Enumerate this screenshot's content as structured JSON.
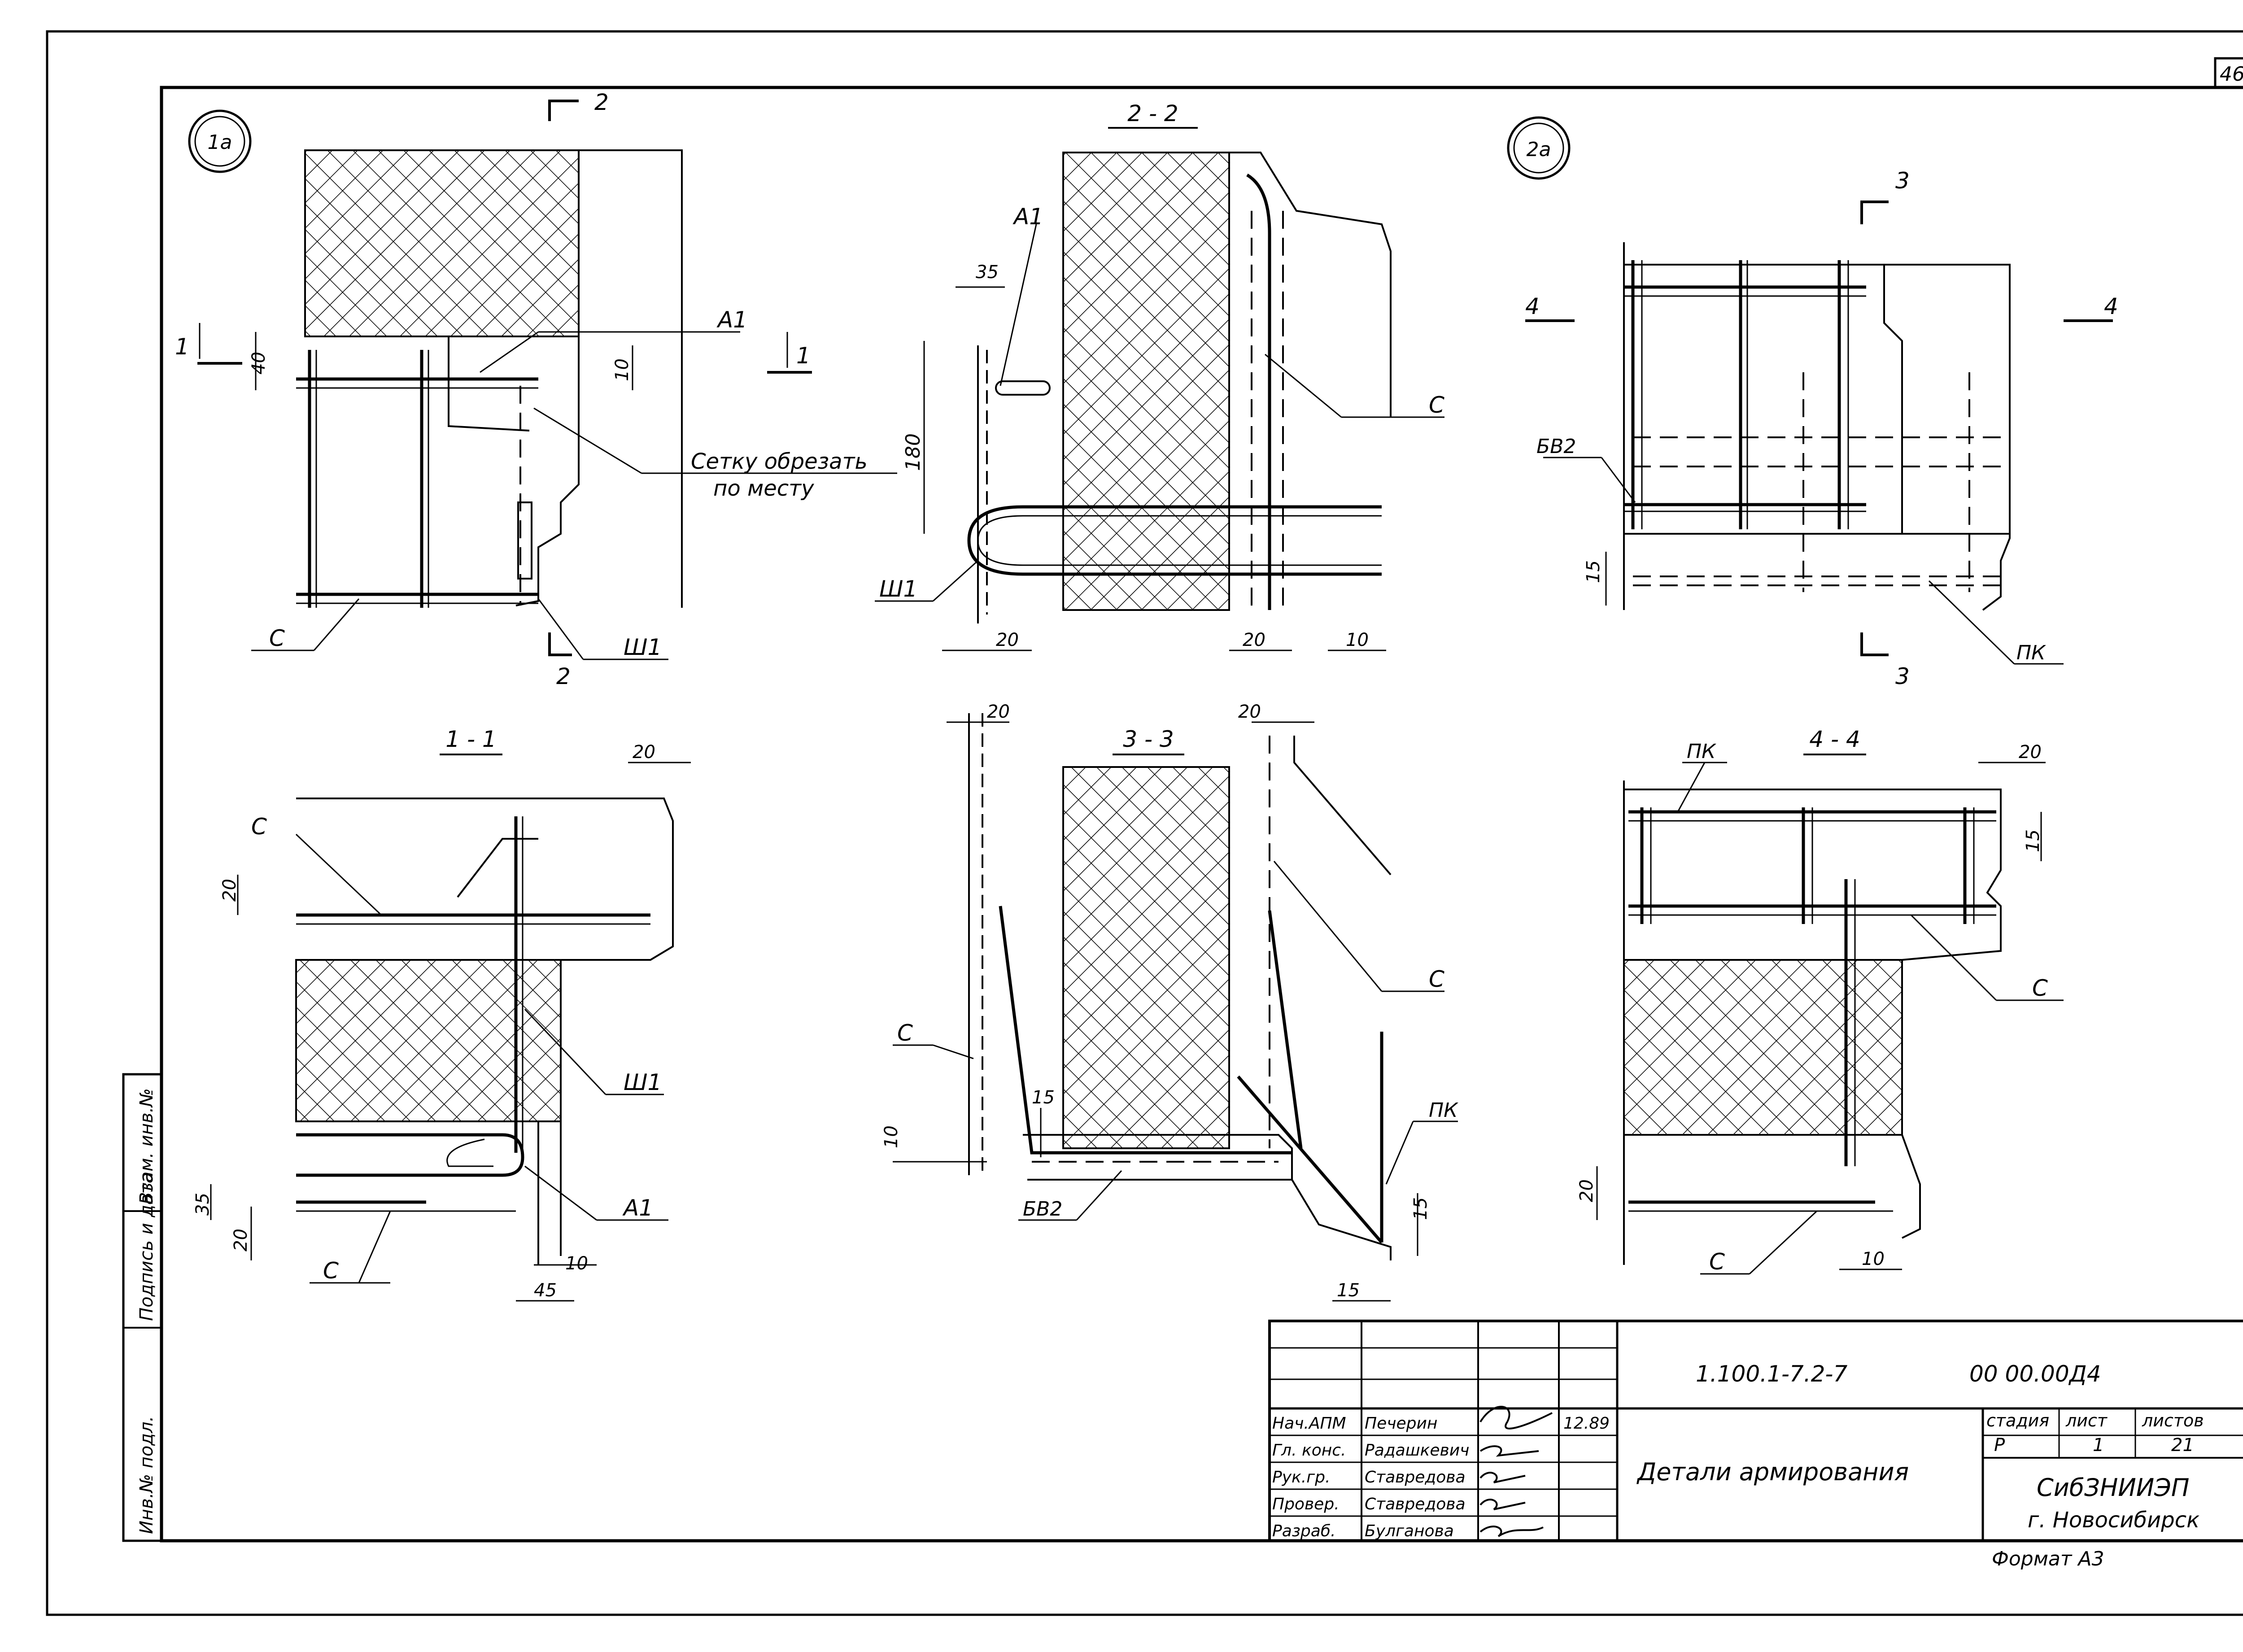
{
  "sheet": {
    "page_number": "46",
    "stamp": {
      "code": "1.100.1-7.2-7",
      "doc_code": "00 00.00Д4",
      "title": "Детали армирования",
      "stage_label": "стадия",
      "sheet_label": "лист",
      "sheets_label": "листов",
      "stage": "Р",
      "sheet": "1",
      "sheets": "21",
      "org": "СибЗНИИЭП",
      "city": "г. Новосибирск",
      "format": "Формат А3",
      "date": "12.89",
      "people": [
        {
          "role": "Нач.АПМ",
          "name": "Печерин"
        },
        {
          "role": "Гл. конс.",
          "name": "Радашкевич"
        },
        {
          "role": "Рук.гр.",
          "name": "Ставредова"
        },
        {
          "role": "Провер.",
          "name": "Ставредова"
        },
        {
          "role": "Разраб.",
          "name": "Булганова"
        }
      ]
    },
    "side_stamp": [
      "Инв.№ подл.",
      "Подпись и дата",
      "Взам. инв.№"
    ]
  },
  "views": {
    "v1a": {
      "tag": "1а",
      "cut": "2",
      "cut_side": "1",
      "rebar": "А1",
      "note_line1": "Сетку обрезать",
      "note_line2": "по месту",
      "mesh": "С",
      "loop": "Ш1",
      "dims": [
        "40",
        "10"
      ]
    },
    "v22": {
      "title": "2 - 2",
      "rebar": "А1",
      "mesh": "С",
      "loop": "Ш1",
      "dims": [
        "35",
        "180",
        "20",
        "20",
        "10"
      ]
    },
    "v2a": {
      "tag": "2а",
      "cut": "3",
      "cut_side": "4",
      "frame": "БВ2",
      "cage": "ПК",
      "dims": [
        "15"
      ]
    },
    "v11": {
      "title": "1 - 1",
      "mesh": "С",
      "loop": "Ш1",
      "rebar": "А1",
      "dims": [
        "20",
        "20",
        "35",
        "20",
        "10",
        "45"
      ]
    },
    "v33": {
      "title": "3 - 3",
      "mesh": "С",
      "frame": "БВ2",
      "cage": "ПК",
      "dims": [
        "20",
        "20",
        "15",
        "10",
        "15",
        "15"
      ]
    },
    "v44": {
      "title": "4 - 4",
      "cage": "ПК",
      "mesh": "С",
      "dims": [
        "20",
        "15",
        "20",
        "10"
      ]
    }
  }
}
